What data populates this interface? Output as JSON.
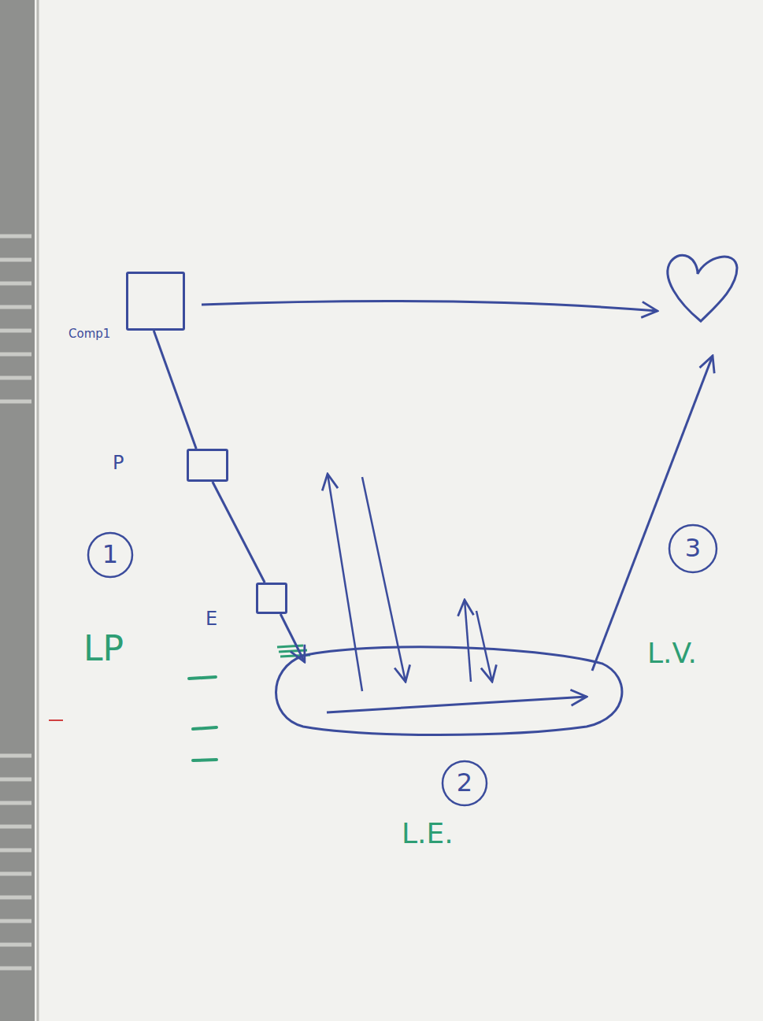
{
  "diagram": {
    "nodes": [
      {
        "text": [
          "Comp1"
        ]
      },
      {
        "text": [
          "P"
        ]
      },
      {
        "text": [
          "E"
        ]
      },
      {
        "text": [
          "L.E."
        ]
      }
    ],
    "edges": [
      {
        "from": 0,
        "to": 1,
        "arrow": "none"
      },
      {
        "from": 1,
        "to": 2,
        "arrow": "none"
      },
      {
        "from": 2,
        "to": 3,
        "arrow": "to"
      }
    ],
    "labels": [
      "1",
      "3",
      "LP",
      "L.V.",
      "2"
    ]
  }
}
